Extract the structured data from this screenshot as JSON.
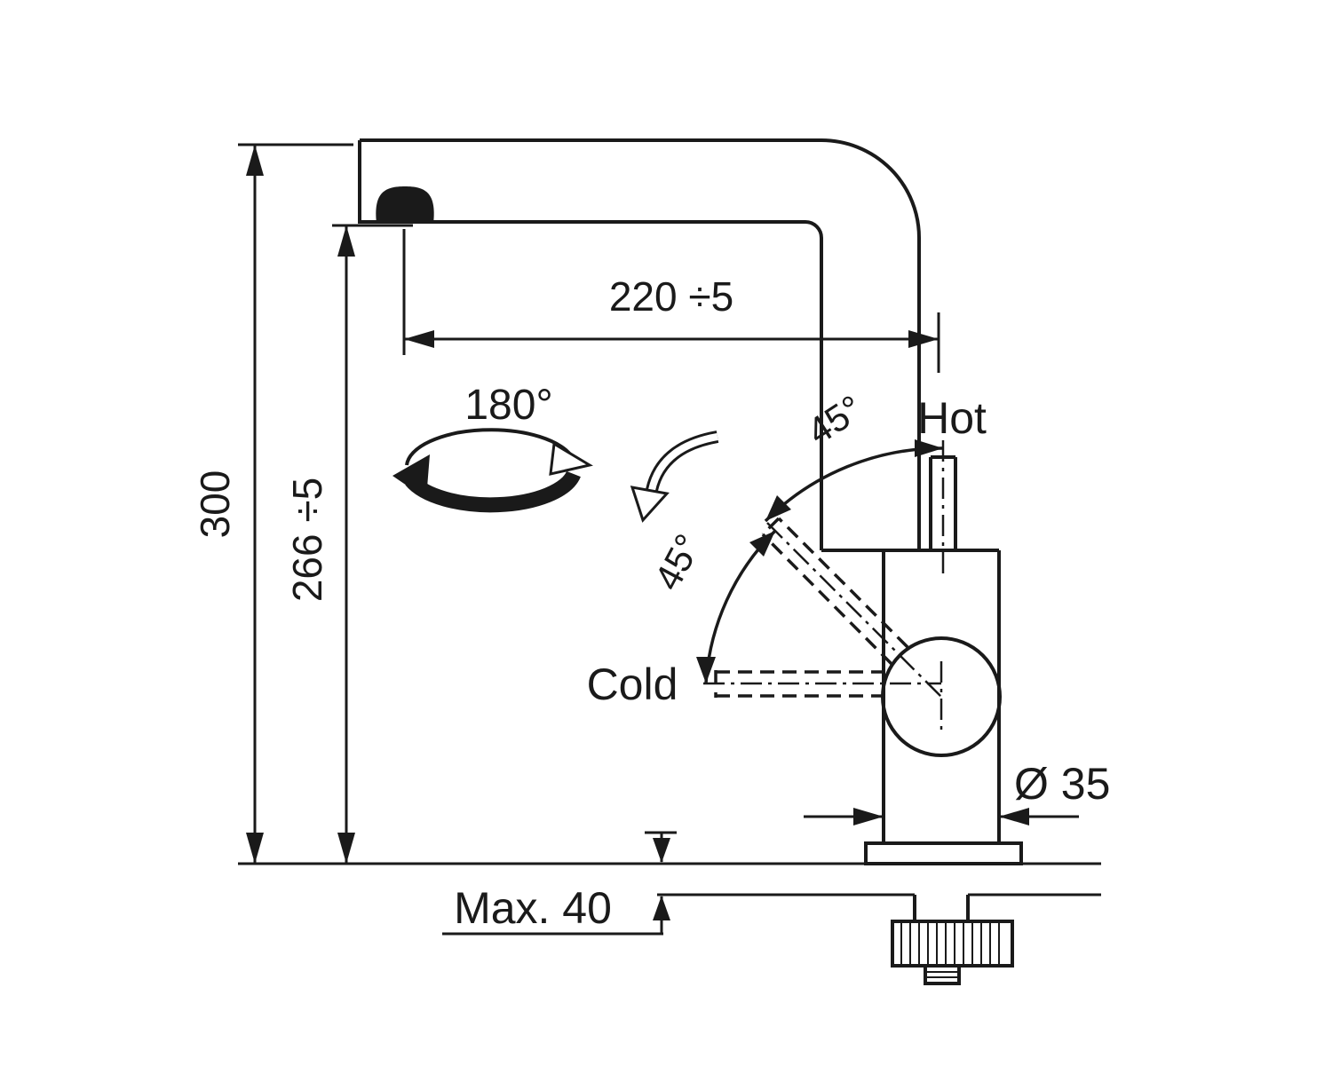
{
  "drawing": {
    "type": "faucet-installation-diagram",
    "labels": {
      "height_total": "300",
      "height_spout": "266 ÷5",
      "reach": "220 ÷5",
      "swivel_angle": "180°",
      "handle_angle_upper": "45°",
      "handle_angle_lower": "45°",
      "hot": "Hot",
      "cold": "Cold",
      "hole_diameter": "Ø 35",
      "max_counter_thickness": "Max. 40"
    },
    "colors": {
      "line": "#1a1a1a",
      "background": "#ffffff"
    }
  }
}
